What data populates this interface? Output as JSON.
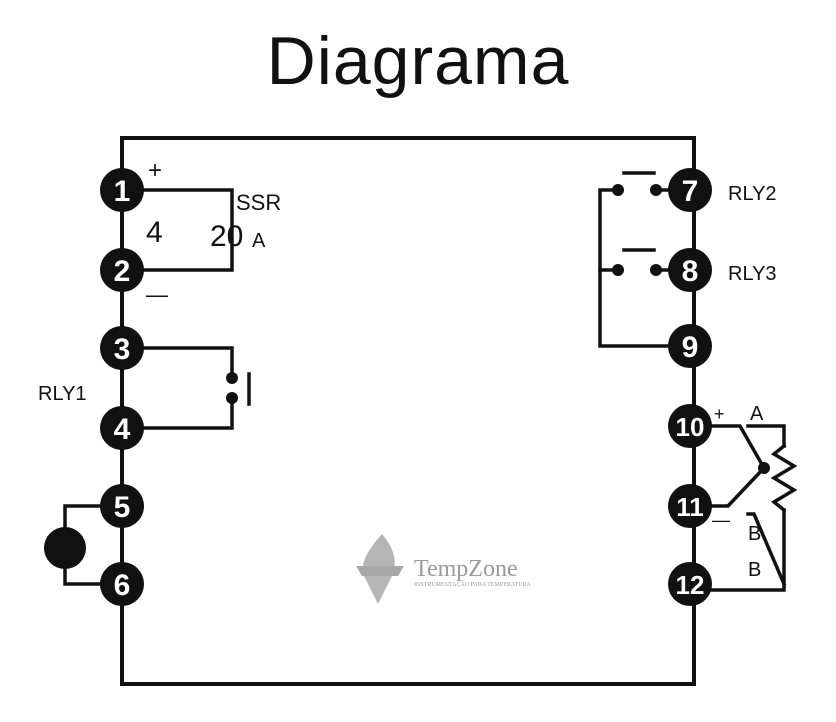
{
  "title": "Diagrama",
  "terminals": [
    "1",
    "2",
    "3",
    "4",
    "5",
    "6",
    "7",
    "8",
    "9",
    "10",
    "11",
    "12"
  ],
  "labels": {
    "ssr_plus": "+",
    "ssr": "SSR",
    "ssr_4": "4",
    "ssr_20": "20",
    "ssr_a": "A",
    "ssr_minus": "—",
    "rly1": "RLY1",
    "rly2": "RLY2",
    "rly3": "RLY3",
    "t10_plus": "+",
    "t10_a": "A",
    "t11_minus": "—",
    "b1": "B",
    "b2": "B"
  },
  "watermark": {
    "brand": "TempZone",
    "tagline": "INSTRUMENTAÇÃO PARA TEMPERATURA"
  },
  "colors": {
    "line": "#111111",
    "watermark": "#9a9a9a"
  }
}
